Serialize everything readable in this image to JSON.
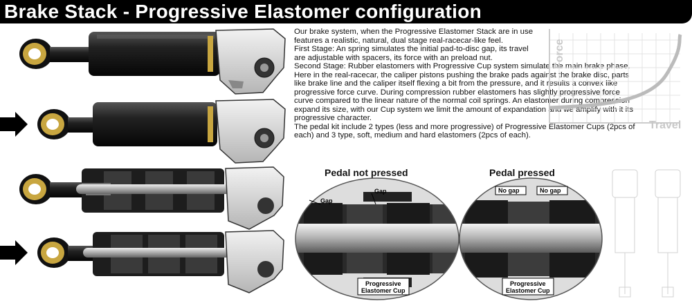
{
  "title": "Brake Stack - Progressive Elastomer configuration",
  "description": {
    "intro": "Our brake system, when the Progressive Elastomer Stack are in use features a realistic, natural, dual stage real-racecar-like feel.",
    "stage1": "First Stage: An spring simulates the initial pad-to-disc gap, its travel are adjustable with spacers, its force with an preload nut.",
    "stage2": "Second Stage: Rubber elastomers with Progressive Cup system simulate the main brake phase. Here in the real-racecar, the caliper pistons pushing the brake pads against the brake disc, parts like brake line and the caliper itself flexing a bit from the pressure, and it results a convex like progressive force curve. During compression rubber elastomers has slightly progressive force curve compared to the linear nature of the normal coil springs. An elastomer during compression expand its size, with our Cup system we limit the amount of expandation and we amplify with it its progressive character.",
    "kit": "The pedal kit include 2 types (less and more progressive) of Progressive Elastomer Cups (2pcs of each) and 3 type, soft, medium and hard elastomers (2pcs of each)."
  },
  "graph": {
    "y_label": "Force",
    "x_label": "Travel"
  },
  "panels": {
    "left_title": "Pedal not pressed",
    "right_title": "Pedal pressed",
    "gap_label": "Gap",
    "no_gap_label": "No gap",
    "cup_label_line1": "Progressive",
    "cup_label_line2": "Elastomer Cup"
  },
  "colors": {
    "brass": "#c8a640",
    "dark": "#1a1a1a",
    "metal": "#cfcfcf",
    "curve": "#bbbbbb"
  }
}
